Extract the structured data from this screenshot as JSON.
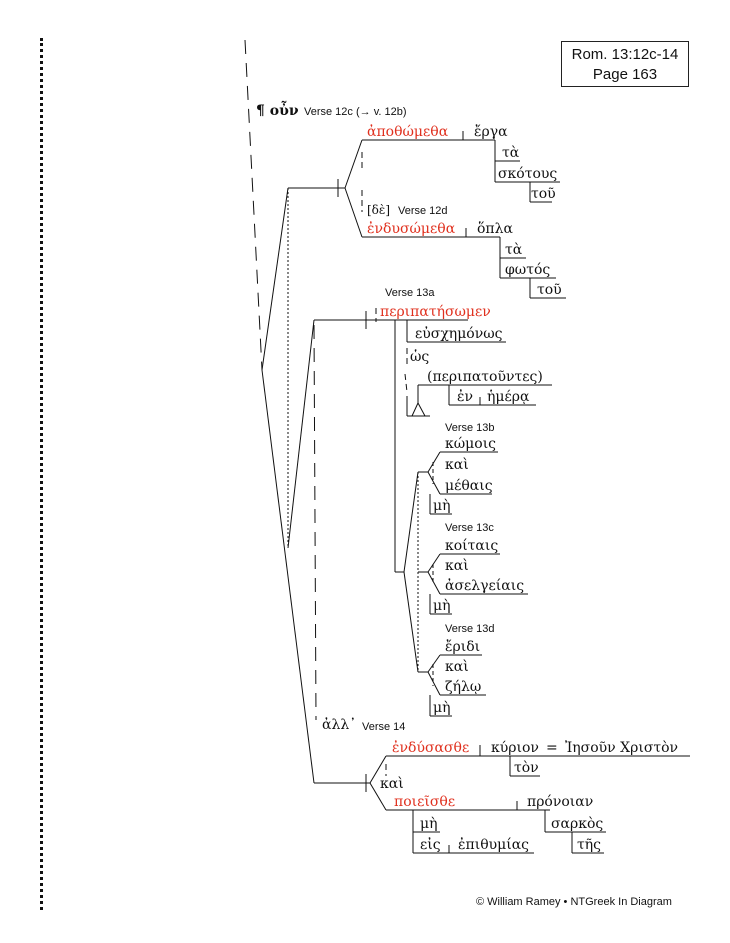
{
  "reference": {
    "line1": "Rom. 13:12c-14",
    "line2": "Page 163"
  },
  "copyright": "© William Ramey • NTGreek In Diagram",
  "labels": {
    "v12c_pre": "¶ οὖν",
    "v12c": "Verse 12c (→ v. 12b)",
    "de": "[δὲ]",
    "v12d": "Verse 12d",
    "v13a": "Verse 13a",
    "v13b": "Verse 13b",
    "v13c": "Verse 13c",
    "v13d": "Verse 13d",
    "all": "ἀλλ᾽",
    "v14": "Verse 14"
  },
  "words": {
    "apothometha": "ἀποθώμεθα",
    "erga": "ἔργα",
    "ta1": "τὰ",
    "skotous": "σκότους",
    "tou1": "τοῦ",
    "endusometha": "ἐνδυσώμεθα",
    "hopla": "ὅπλα",
    "ta2": "τὰ",
    "photos": "φωτός",
    "tou2": "τοῦ",
    "peripatesomen": "περιπατήσωμεν",
    "euschemonos": "εὐσχημόνως",
    "hos": "ὡς",
    "peripatountes": "(περιπατοῦντες)",
    "en": "ἐν",
    "hemera": "ἡμέρᾳ",
    "komois": "κώμοις",
    "kai1": "καὶ",
    "methais": "μέθαις",
    "me1": "μὴ",
    "koitais": "κοίταις",
    "kai2": "καὶ",
    "aselgeiais": "ἀσελγείαις",
    "me2": "μὴ",
    "eridi": "ἔριδι",
    "kai3": "καὶ",
    "zelo": "ζήλῳ",
    "me3": "μὴ",
    "endusasthe": "ἐνδύσασθε",
    "kurion": "κύριον",
    "eq": "=",
    "iesoun": "Ἰησοῦν Χριστὸν",
    "ton": "τὸν",
    "kai4": "καὶ",
    "poieisthe": "ποιεῖσθε",
    "pronoian": "πρόνοιαν",
    "sarkos": "σαρκὸς",
    "tes": "τῆς",
    "me4": "μὴ",
    "eis": "εἰς",
    "epithumias": "ἐπιθυμίας"
  },
  "colors": {
    "verb": "#e0301e",
    "ink": "#111111"
  }
}
